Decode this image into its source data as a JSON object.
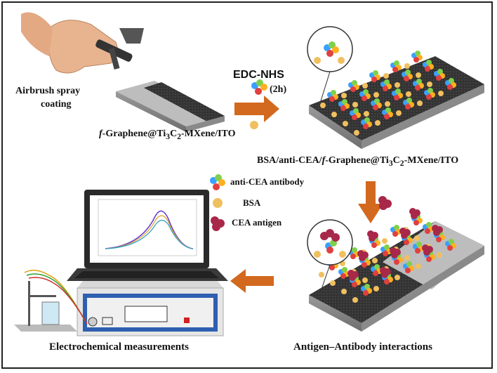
{
  "labels": {
    "airbrush_line1": "Airbrush spray",
    "airbrush_line2": "coating",
    "edc_nhs": "EDC-NHS",
    "time": "(2h)",
    "substrate_prefix": "f",
    "substrate_rest_a": "-Graphene@Ti",
    "substrate_sub1": "3",
    "substrate_rest_b": "C",
    "substrate_sub2": "2",
    "substrate_rest_c": "-MXene/ITO",
    "modified_a": "BSA/anti-CEA/",
    "modified_f": "f",
    "modified_b": "-Graphene@Ti",
    "modified_sub1": "3",
    "modified_c": "C",
    "modified_sub2": "2",
    "modified_d": "-MXene/ITO",
    "step4_label": "Antigen–Antibody interactions",
    "step5_label": "Electrochemical  measurements"
  },
  "legend": [
    {
      "name": "anti-CEA antibody",
      "icon": "antibody-icon"
    },
    {
      "name": "BSA",
      "icon": "bsa-icon"
    },
    {
      "name": "CEA antigen",
      "icon": "antigen-icon"
    }
  ],
  "colors": {
    "arrow": "#d2691e",
    "substrate_top": "#cfcfcf",
    "graphene": "#2b2b2b",
    "bsa": "#f0c060",
    "antigen": "#a8284a"
  }
}
